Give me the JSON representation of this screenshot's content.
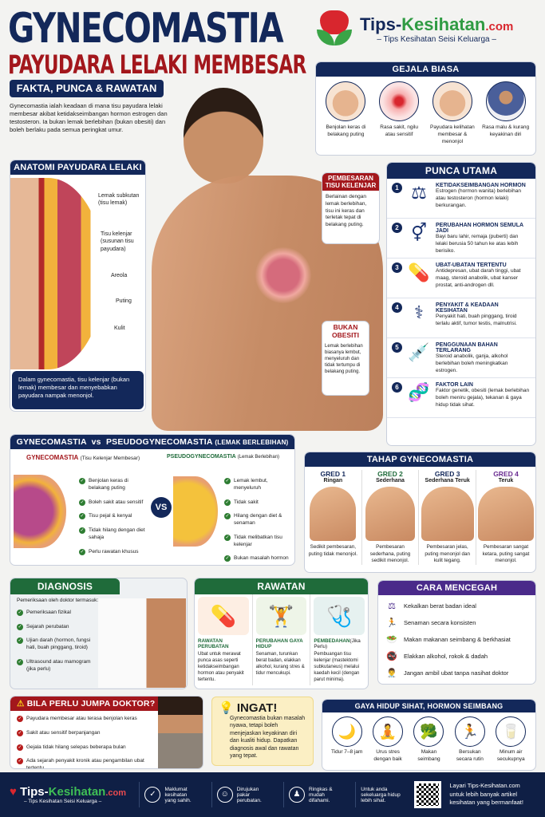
{
  "header": {
    "title": "GYNECOMASTIA",
    "subtitle": "PAYUDARA LELAKI MEMBESAR",
    "badge": "FAKTA, PUNCA & RAWATAN",
    "intro": "Gynecomastia ialah keadaan di mana tisu payudara lelaki membesar akibat ketidakseimbangan hormon estrogen dan testosteron. Ia bukan lemak berlebihan (bukan obesiti) dan boleh berlaku pada semua peringkat umur."
  },
  "logo": {
    "name_a": "Tips-",
    "name_b": "Kesihatan",
    ".com": ".com",
    "tagline": "– Tips Kesihatan Seisi Keluarga –"
  },
  "gejala": {
    "title": "GEJALA BIASA",
    "items": [
      "Benjolan keras di belakang puting",
      "Rasa sakit, ngilu atau sensitif",
      "Payudara kelihatan membesar & menonjol",
      "Rasa malu & kurang keyakinan diri"
    ]
  },
  "anatomi": {
    "title": "ANATOMI PAYUDARA LELAKI",
    "labels": [
      "Lemak subkutan (tisu lemak)",
      "Tisu kelenjar (susunan tisu payudara)",
      "Areola",
      "Puting",
      "Kulit"
    ],
    "note": "Dalam gynecomastia, tisu kelenjar (bukan lemak) membesar dan menyebabkan payudara nampak menonjol."
  },
  "callouts": [
    {
      "title": "PEMBESARAN TISU KELENJAR",
      "text": "Berlainan dengan lemak berlebihan, tisu ini keras dan terletak tepat di belakang puting."
    },
    {
      "title": "BUKAN OBESITI",
      "text": "Lemak berlebihan biasanya lembut, menyeluruh dan tidak tertumpu di belakang puting."
    }
  ],
  "punca": {
    "title": "PUNCA UTAMA",
    "items": [
      {
        "num": "1",
        "title": "KETIDAKSEIMBANGAN HORMON",
        "text": "Estrogen (hormon wanita) berlebihan atau testosteron (hormon lelaki) berkurangan."
      },
      {
        "num": "2",
        "title": "PERUBAHAN HORMON SEMULA JADI",
        "text": "Bayi baru lahir, remaja (puberti) dan lelaki berusia 50 tahun ke atas lebih berisiko."
      },
      {
        "num": "3",
        "title": "UBAT-UBATAN TERTENTU",
        "text": "Antidepresan, ubat darah tinggi, ubat maag, steroid anabolik, ubat kanser prostat, anti-androgen dll."
      },
      {
        "num": "4",
        "title": "PENYAKIT & KEADAAN KESIHATAN",
        "text": "Penyakit hati, buah pinggang, tiroid terlalu aktif, tumor testis, malnutrisi."
      },
      {
        "num": "5",
        "title": "PENGGUNAAN BAHAN TERLARANG",
        "text": "Steroid anabolik, ganja, alkohol berlebihan boleh meningkatkan estrogen."
      },
      {
        "num": "6",
        "title": "FAKTOR LAIN",
        "text": "Faktor genetik, obesiti (lemak berlebihan boleh meniru gejala), tekanan & gaya hidup tidak sihat."
      }
    ]
  },
  "compare": {
    "title_a": "GYNECOMASTIA",
    "vs": "vs",
    "title_b": "PSEUDOGYNECOMASTIA",
    "title_b_note": "(LEMAK BERLEBIHAN)",
    "vs_badge": "VS",
    "left": {
      "name": "GYNECOMASTIA",
      "note": "(Tisu Kelenjar Membesar)",
      "items": [
        "Benjolan keras di belakang puting",
        "Boleh sakit atau sensitif",
        "Tisu pejal & kenyal",
        "Tidak hilang dengan diet sahaja",
        "Perlu rawatan khusus"
      ]
    },
    "right": {
      "name": "PSEUDOGYNECOMASTIA",
      "note": "(Lemak Berlebihan)",
      "items": [
        "Lemak lembut, menyeluruh",
        "Tidak sakit",
        "Hilang dengan diet & senaman",
        "Tidak melibatkan tisu kelenjar",
        "Bukan masalah hormon"
      ]
    }
  },
  "tahap": {
    "title": "TAHAP GYNECOMASTIA",
    "grades": [
      {
        "grade": "GRED 1",
        "level": "Ringan",
        "text": "Sedikit pembesaran, puting tidak menonjol.",
        "color": "#13285a"
      },
      {
        "grade": "GRED 2",
        "level": "Sederhana",
        "text": "Pembesaran sederhana, puting sedikit menonjol.",
        "color": "#1f6b3a"
      },
      {
        "grade": "GRED 3",
        "level": "Sederhana Teruk",
        "text": "Pembesaran jelas, puting menonjol dan kulit tegang.",
        "color": "#13285a"
      },
      {
        "grade": "GRED 4",
        "level": "Teruk",
        "text": "Pembesaran sangat ketara, puting sangat menonjol.",
        "color": "#6a2c91"
      }
    ]
  },
  "diagnosis": {
    "title": "DIAGNOSIS",
    "intro": "Pemeriksaan oleh doktor termasuk:",
    "items": [
      "Pemeriksaan fizikal",
      "Sejarah perubatan",
      "Ujian darah (hormon, fungsi hati, buah pinggang, tiroid)",
      "Ultrasound atau mamogram (jika perlu)"
    ]
  },
  "rawatan": {
    "title": "RAWATAN",
    "items": [
      {
        "title": "RAWATAN PERUBATAN",
        "note": "",
        "text": "Ubat untuk merawat punca asas seperti ketidakseimbangan hormon atau penyakit tertentu."
      },
      {
        "title": "PERUBAHAN GAYA HIDUP",
        "note": "",
        "text": "Senaman, turunkan berat badan, elakkan alkohol, kurang stres & tidur mencukupi."
      },
      {
        "title": "PEMBEDAHAN",
        "note": "(Jika Perlu)",
        "text": "Pembuangan tisu kelenjar (mastektomi subkutaneus) melalui kaedah kecil (dengan parut minima)."
      }
    ]
  },
  "mencegah": {
    "title": "CARA MENCEGAH",
    "items": [
      "Kekalkan berat badan ideal",
      "Senaman secara konsisten",
      "Makan makanan seimbang & berkhasiat",
      "Elakkan alkohol, rokok & dadah",
      "Jangan ambil ubat tanpa nasihat doktor"
    ]
  },
  "doktor": {
    "title": "BILA PERLU JUMPA DOKTOR?",
    "items": [
      "Payudara membesar atau terasa benjolan keras",
      "Sakit atau sensitif berpanjangan",
      "Gejala tidak hilang selepas beberapa bulan",
      "Ada sejarah penyakit kronik atau pengambilan ubat tertentu"
    ]
  },
  "ingat": {
    "title": "INGAT!",
    "text": "Gynecomastia bukan masalah nyawa, tetapi boleh menjejaskan keyakinan diri dan kualiti hidup. Dapatkan diagnosis awal dan rawatan yang tepat."
  },
  "gaya": {
    "title": "GAYA HIDUP SIHAT, HORMON SEIMBANG",
    "items": [
      "Tidur 7–8 jam",
      "Urus stres dengan baik",
      "Makan seimbang",
      "Bersukan secara rutin",
      "Minum air secukupnya"
    ]
  },
  "footer": {
    "tagline": "– Tips Kesihatan Seisi Keluarga –",
    "items": [
      "Maklumat kesihatan yang sahih.",
      "Dirujukan pakar perubatan.",
      "Ringkas & mudah difahami.",
      "Untuk anda sekeluarga hidup lebih sihat."
    ],
    "cta": "Layari Tips-Kesihatan.com untuk lebih banyak artikel kesihatan yang bermanfaat!"
  }
}
